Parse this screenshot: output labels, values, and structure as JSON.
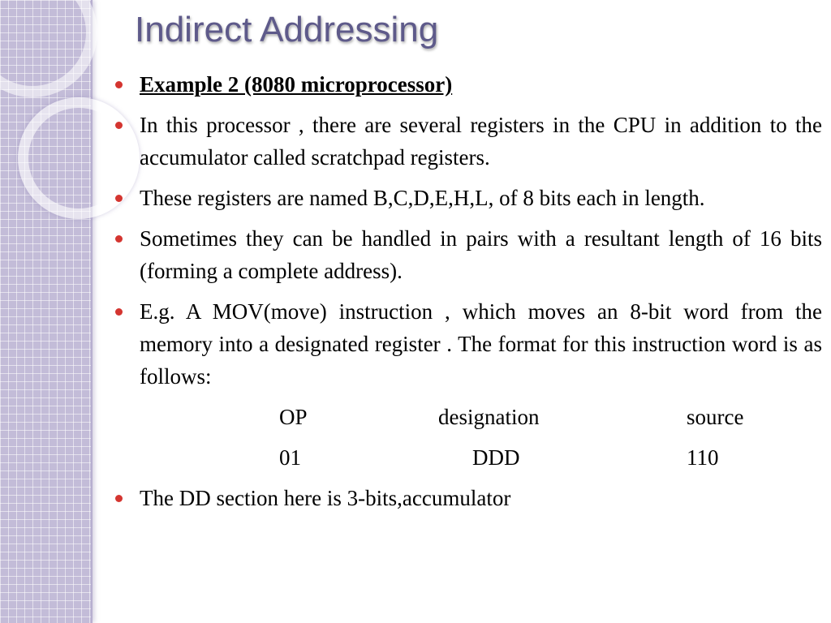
{
  "slide": {
    "title": "Indirect Addressing",
    "bullets": [
      {
        "text": "Example 2 (8080 microprocessor)",
        "style": "heading"
      },
      {
        "text": "In this processor , there are several registers in the CPU in addition to the accumulator called scratchpad registers."
      },
      {
        "text": "These registers are named B,C,D,E,H,L, of 8 bits each in length."
      },
      {
        "text": "Sometimes they can be handled in pairs with a resultant length of 16 bits (forming a complete address)."
      },
      {
        "text": "E.g. A MOV(move) instruction , which moves an 8-bit word from the memory into a designated register . The format for this instruction word is as follows:"
      }
    ],
    "format_table": {
      "headers": [
        "OP",
        "designation",
        "source"
      ],
      "values": [
        "01",
        "DDD",
        "110"
      ]
    },
    "final_bullet": "The DD section here is 3-bits,accumulator"
  },
  "colors": {
    "title": "#5e5a8a",
    "bullet": "#d43530",
    "panel": "#c3bcd8"
  }
}
